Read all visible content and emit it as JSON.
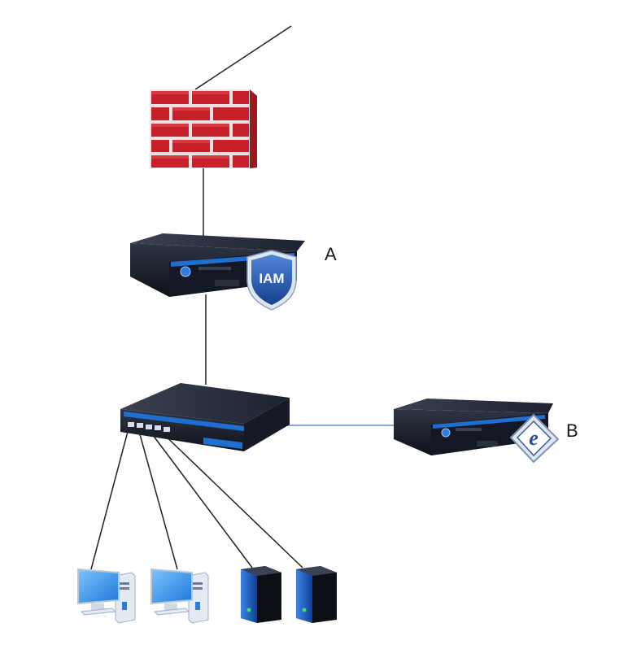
{
  "labels": {
    "device_a": "A",
    "device_b": "B",
    "iam_badge": "IAM",
    "e_badge": "e"
  },
  "colors": {
    "firewall_brick": "#c8202a",
    "firewall_mortar": "#e9e3e3",
    "device_body": "#1e2230",
    "device_top": "#2c3142",
    "accent_blue": "#1e6fd0",
    "link_blue": "#5b8bd0",
    "link_black": "#222222",
    "monitor_blue": "#2f8ee8",
    "server_blue": "#1c5fbf"
  },
  "icons": [
    "firewall-icon",
    "iam-appliance-icon",
    "switch-icon",
    "e-appliance-icon",
    "pc-icon",
    "server-icon"
  ]
}
